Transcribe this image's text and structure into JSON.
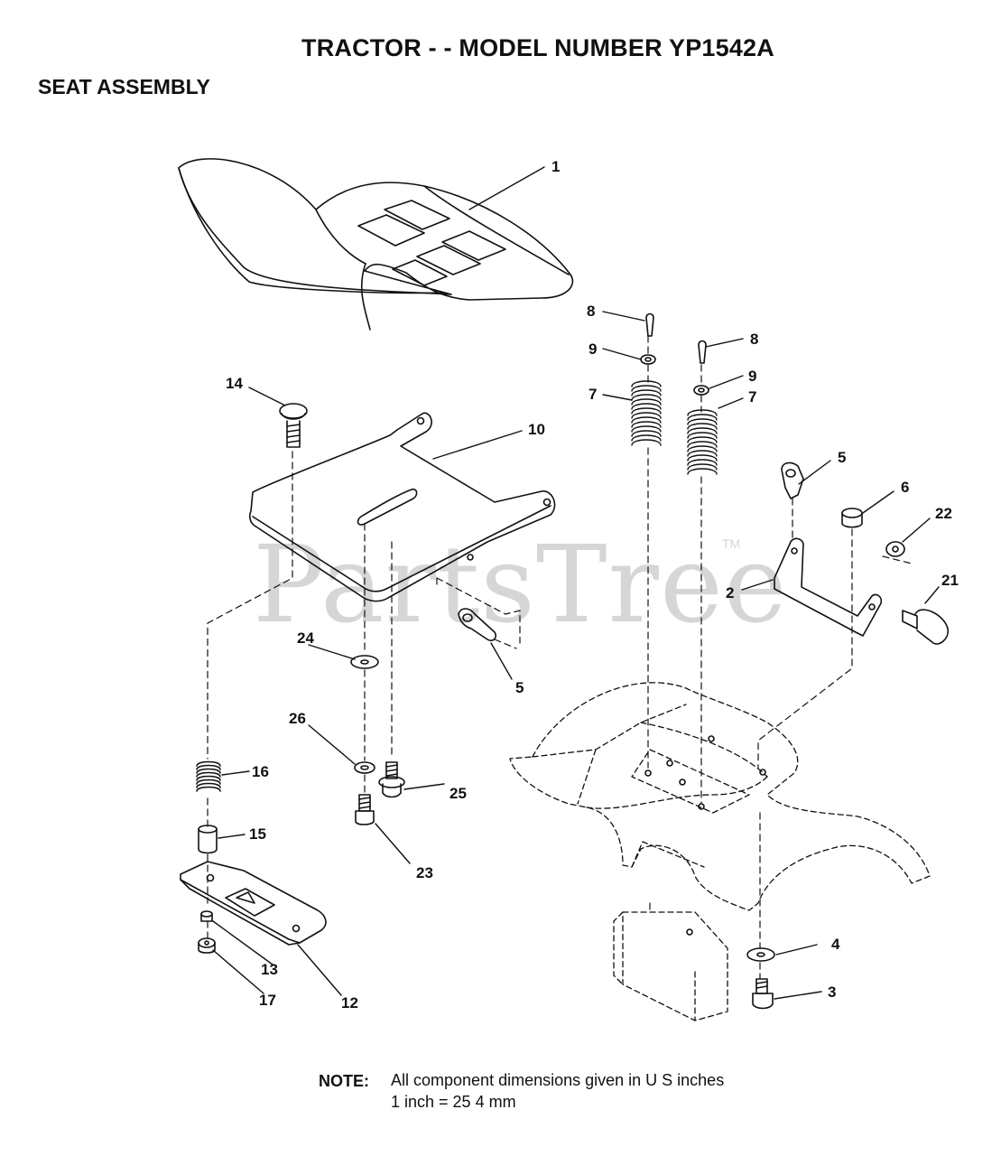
{
  "title": "TRACTOR - - MODEL NUMBER YP1542A",
  "section": "SEAT ASSEMBLY",
  "watermark": "PartsTree",
  "watermark_tm": "TM",
  "note": {
    "label": "NOTE:",
    "line1": "All component dimensions given in U S  inches",
    "line2": "1 inch = 25 4 mm"
  },
  "callouts": [
    {
      "id": "c1",
      "num": "1"
    },
    {
      "id": "c2",
      "num": "2"
    },
    {
      "id": "c3",
      "num": "3"
    },
    {
      "id": "c4",
      "num": "4"
    },
    {
      "id": "c5a",
      "num": "5"
    },
    {
      "id": "c5b",
      "num": "5"
    },
    {
      "id": "c6",
      "num": "6"
    },
    {
      "id": "c7a",
      "num": "7"
    },
    {
      "id": "c7b",
      "num": "7"
    },
    {
      "id": "c8a",
      "num": "8"
    },
    {
      "id": "c8b",
      "num": "8"
    },
    {
      "id": "c9a",
      "num": "9"
    },
    {
      "id": "c9b",
      "num": "9"
    },
    {
      "id": "c10",
      "num": "10"
    },
    {
      "id": "c12",
      "num": "12"
    },
    {
      "id": "c13",
      "num": "13"
    },
    {
      "id": "c14",
      "num": "14"
    },
    {
      "id": "c15",
      "num": "15"
    },
    {
      "id": "c16",
      "num": "16"
    },
    {
      "id": "c17",
      "num": "17"
    },
    {
      "id": "c21",
      "num": "21"
    },
    {
      "id": "c22",
      "num": "22"
    },
    {
      "id": "c23",
      "num": "23"
    },
    {
      "id": "c24",
      "num": "24"
    },
    {
      "id": "c25",
      "num": "25"
    },
    {
      "id": "c26",
      "num": "26"
    }
  ]
}
